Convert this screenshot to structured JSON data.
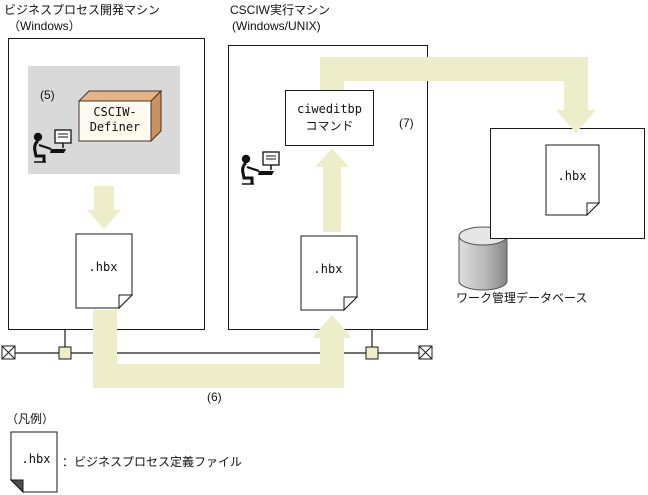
{
  "colors": {
    "arrow": "#ededc9",
    "panel": "#d9d9d9",
    "box_top": "#e2b488",
    "box_side": "#c89264",
    "ink": "#1a1a1a"
  },
  "dev_machine": {
    "title": "ビジネスプロセス開発マシン",
    "subtitle": "（Windows）",
    "step": "(5)",
    "definer": {
      "line1": "CSCIW-",
      "line2": "Definer"
    },
    "file": ".hbx"
  },
  "exec_machine": {
    "title": "CSCIW実行マシン",
    "subtitle": "(Windows/UNIX)",
    "command": {
      "line1": "ciweditbp",
      "line2": "コマンド"
    },
    "step": "(7)",
    "file": ".hbx"
  },
  "transfer": {
    "step": "(6)"
  },
  "work_db": {
    "file": ".hbx",
    "label": "ワーク管理データベース"
  },
  "legend": {
    "title": "（凡例）",
    "file": ".hbx",
    "description": "：ビジネスプロセス定義ファイル"
  },
  "icons": {
    "person": "person-at-computer-icon",
    "database": "database-cylinder-icon",
    "network_terminator": "network-terminator-icon",
    "network_node": "network-node-icon",
    "document": "document-icon"
  }
}
